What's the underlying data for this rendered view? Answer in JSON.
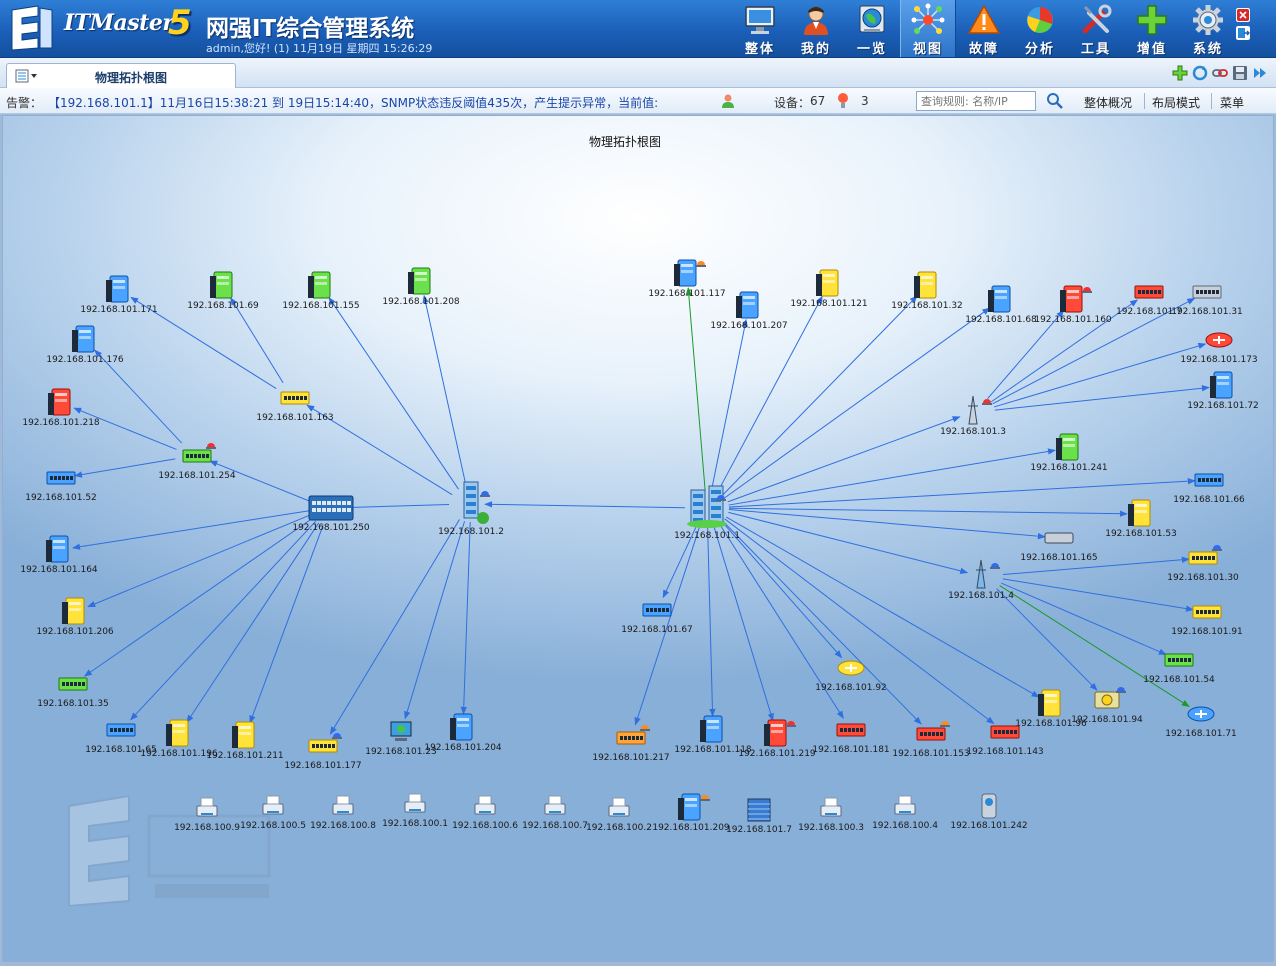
{
  "header": {
    "logo_text": "ITMaster",
    "logo_version": "5",
    "app_title": "网强IT综合管理系统",
    "user_info": "admin,您好! (1) 11月19日 星期四 15:26:29"
  },
  "nav": [
    {
      "label": "整体",
      "icon": "monitor-icon",
      "active": false
    },
    {
      "label": "我的",
      "icon": "user-icon",
      "active": false
    },
    {
      "label": "一览",
      "icon": "globe-icon",
      "active": false
    },
    {
      "label": "视图",
      "icon": "topology-icon",
      "active": true
    },
    {
      "label": "故障",
      "icon": "warning-icon",
      "active": false
    },
    {
      "label": "分析",
      "icon": "pie-chart-icon",
      "active": false
    },
    {
      "label": "工具",
      "icon": "tools-icon",
      "active": false
    },
    {
      "label": "增值",
      "icon": "plus-icon",
      "active": false
    },
    {
      "label": "系统",
      "icon": "gear-icon",
      "active": false
    }
  ],
  "tab": {
    "label": "物理拓扑根图"
  },
  "alarm": {
    "label": "告警：",
    "text": "【192.168.101.1】11月16日15:38:21 到 19日15:14:40，SNMP状态违反阈值435次，产生提示异常，当前值:",
    "devices_label": "设备：",
    "devices_count": "67",
    "alarm_count": "3",
    "search_placeholder": "查询规则: 名称/IP",
    "overview": "整体概况",
    "layout_mode": "布局模式",
    "menu": "菜单"
  },
  "canvas": {
    "title": "物理拓扑根图"
  },
  "colors": {
    "link": "#2f6fe0",
    "link_green": "#1b9a2a",
    "header": "#1b5fb8"
  },
  "nodes": [
    {
      "id": "n171",
      "label": "192.168.101.171",
      "type": "server-blue",
      "alert": null
    },
    {
      "id": "n69",
      "label": "192.168.101.69",
      "type": "server-green",
      "alert": null
    },
    {
      "id": "n155",
      "label": "192.168.101.155",
      "type": "server-green",
      "alert": null
    },
    {
      "id": "n208",
      "label": "192.168.101.208",
      "type": "server-green",
      "alert": null
    },
    {
      "id": "n176",
      "label": "192.168.101.176",
      "type": "server-blue",
      "alert": null
    },
    {
      "id": "n163",
      "label": "192.168.101.163",
      "type": "switch-yellow",
      "alert": null
    },
    {
      "id": "n218",
      "label": "192.168.101.218",
      "type": "server-red",
      "alert": null
    },
    {
      "id": "n254",
      "label": "192.168.101.254",
      "type": "switch-green",
      "alert": "red"
    },
    {
      "id": "n52",
      "label": "192.168.101.52",
      "type": "switch-blue",
      "alert": null
    },
    {
      "id": "n250",
      "label": "192.168.101.250",
      "type": "core-switch",
      "alert": null
    },
    {
      "id": "n2",
      "label": "192.168.101.2",
      "type": "building",
      "alert": "blue"
    },
    {
      "id": "n164",
      "label": "192.168.101.164",
      "type": "server-blue",
      "alert": null
    },
    {
      "id": "n206",
      "label": "192.168.101.206",
      "type": "server-yellow",
      "alert": null
    },
    {
      "id": "n35",
      "label": "192.168.101.35",
      "type": "switch-green",
      "alert": null
    },
    {
      "id": "n65",
      "label": "192.168.101.65",
      "type": "switch-blue",
      "alert": null
    },
    {
      "id": "n196",
      "label": "192.168.101.196",
      "type": "server-yellow",
      "alert": null
    },
    {
      "id": "n211",
      "label": "192.168.101.211",
      "type": "server-yellow",
      "alert": null
    },
    {
      "id": "n177",
      "label": "192.168.101.177",
      "type": "switch-yellow",
      "alert": "blue"
    },
    {
      "id": "n23x",
      "label": "192.168.101.23",
      "type": "pc",
      "alert": null
    },
    {
      "id": "n204",
      "label": "192.168.101.204",
      "type": "server-blue",
      "alert": null
    },
    {
      "id": "n117",
      "label": "192.168.101.117",
      "type": "server-blue",
      "alert": "orange"
    },
    {
      "id": "n207",
      "label": "192.168.101.207",
      "type": "server-blue",
      "alert": null
    },
    {
      "id": "n121",
      "label": "192.168.101.121",
      "type": "server-yellow",
      "alert": null
    },
    {
      "id": "n32",
      "label": "192.168.101.32",
      "type": "server-yellow",
      "alert": null
    },
    {
      "id": "n68",
      "label": "192.168.101.68",
      "type": "server-blue",
      "alert": null
    },
    {
      "id": "n160",
      "label": "192.168.101.160",
      "type": "server-red",
      "alert": "red"
    },
    {
      "id": "n7x",
      "label": "192.168.101.7",
      "type": "switch-red",
      "alert": null
    },
    {
      "id": "n31",
      "label": "192.168.101.31",
      "type": "switch-gray",
      "alert": null
    },
    {
      "id": "n173",
      "label": "192.168.101.173",
      "type": "router-red",
      "alert": null
    },
    {
      "id": "n72",
      "label": "192.168.101.72",
      "type": "server-blue",
      "alert": null
    },
    {
      "id": "n3",
      "label": "192.168.101.3",
      "type": "tower",
      "alert": "red"
    },
    {
      "id": "n241",
      "label": "192.168.101.241",
      "type": "server-green",
      "alert": null
    },
    {
      "id": "n66",
      "label": "192.168.101.66",
      "type": "switch-blue",
      "alert": null
    },
    {
      "id": "n1",
      "label": "192.168.101.1",
      "type": "building-pair",
      "alert": "blue"
    },
    {
      "id": "n53",
      "label": "192.168.101.53",
      "type": "server-yellow",
      "alert": null
    },
    {
      "id": "n165",
      "label": "192.168.101.165",
      "type": "device-gray",
      "alert": null
    },
    {
      "id": "n30",
      "label": "192.168.101.30",
      "type": "switch-yellow",
      "alert": "blue"
    },
    {
      "id": "n4",
      "label": "192.168.101.4",
      "type": "tower-blue",
      "alert": "blue"
    },
    {
      "id": "n91",
      "label": "192.168.101.91",
      "type": "switch-yellow",
      "alert": null
    },
    {
      "id": "n67",
      "label": "192.168.101.67",
      "type": "switch-blue",
      "alert": null
    },
    {
      "id": "n92",
      "label": "192.168.101.92",
      "type": "router-yellow",
      "alert": null
    },
    {
      "id": "n54",
      "label": "192.168.101.54",
      "type": "switch-green",
      "alert": null
    },
    {
      "id": "n96",
      "label": "192.168.101.96",
      "type": "server-yellow",
      "alert": null
    },
    {
      "id": "n94",
      "label": "192.168.101.94",
      "type": "hub",
      "alert": "blue"
    },
    {
      "id": "n71",
      "label": "192.168.101.71",
      "type": "router-blue",
      "alert": null
    },
    {
      "id": "n217",
      "label": "192.168.101.217",
      "type": "switch-orange",
      "alert": "orange"
    },
    {
      "id": "n118",
      "label": "192.168.101.118",
      "type": "server-blue",
      "alert": null
    },
    {
      "id": "n219",
      "label": "192.168.101.219",
      "type": "server-red",
      "alert": "red"
    },
    {
      "id": "n181",
      "label": "192.168.101.181",
      "type": "switch-red",
      "alert": null
    },
    {
      "id": "n153",
      "label": "192.168.101.153",
      "type": "switch-red",
      "alert": "orange"
    },
    {
      "id": "n143",
      "label": "192.168.101.143",
      "type": "switch-red",
      "alert": null
    },
    {
      "id": "p9",
      "label": "192.168.100.9",
      "type": "printer",
      "alert": null
    },
    {
      "id": "p5",
      "label": "192.168.100.5",
      "type": "printer",
      "alert": null
    },
    {
      "id": "p8",
      "label": "192.168.100.8",
      "type": "printer",
      "alert": null
    },
    {
      "id": "p1",
      "label": "192.168.100.1",
      "type": "printer",
      "alert": null
    },
    {
      "id": "p6",
      "label": "192.168.100.6",
      "type": "printer",
      "alert": null
    },
    {
      "id": "p7",
      "label": "192.168.100.7",
      "type": "printer",
      "alert": null
    },
    {
      "id": "p2",
      "label": "192.168.100.2",
      "type": "printer",
      "alert": null
    },
    {
      "id": "n209",
      "label": "192.168.101.209",
      "type": "server-blue",
      "alert": "orange"
    },
    {
      "id": "n7b",
      "label": "192.168.101.7",
      "type": "firewall",
      "alert": null
    },
    {
      "id": "p3",
      "label": "192.168.100.3",
      "type": "printer",
      "alert": null
    },
    {
      "id": "p4",
      "label": "192.168.100.4",
      "type": "printer",
      "alert": null
    },
    {
      "id": "n242",
      "label": "192.168.101.242",
      "type": "storage",
      "alert": null
    }
  ],
  "links": [
    [
      "n1",
      "n2"
    ],
    [
      "n2",
      "n250"
    ],
    [
      "n2",
      "n208"
    ],
    [
      "n2",
      "n155"
    ],
    [
      "n2",
      "n163"
    ],
    [
      "n2",
      "n177"
    ],
    [
      "n2",
      "n23x"
    ],
    [
      "n2",
      "n204"
    ],
    [
      "n163",
      "n69"
    ],
    [
      "n163",
      "n171"
    ],
    [
      "n250",
      "n254"
    ],
    [
      "n250",
      "n164"
    ],
    [
      "n250",
      "n206"
    ],
    [
      "n250",
      "n35"
    ],
    [
      "n250",
      "n65"
    ],
    [
      "n250",
      "n196"
    ],
    [
      "n250",
      "n211"
    ],
    [
      "n254",
      "n176"
    ],
    [
      "n254",
      "n218"
    ],
    [
      "n254",
      "n52"
    ],
    [
      "n1",
      "n117",
      "green"
    ],
    [
      "n1",
      "n207"
    ],
    [
      "n1",
      "n121"
    ],
    [
      "n1",
      "n32"
    ],
    [
      "n1",
      "n68"
    ],
    [
      "n1",
      "n3"
    ],
    [
      "n1",
      "n241"
    ],
    [
      "n1",
      "n66"
    ],
    [
      "n1",
      "n53"
    ],
    [
      "n1",
      "n165"
    ],
    [
      "n1",
      "n4"
    ],
    [
      "n1",
      "n67"
    ],
    [
      "n1",
      "n217"
    ],
    [
      "n1",
      "n118"
    ],
    [
      "n1",
      "n219"
    ],
    [
      "n1",
      "n181"
    ],
    [
      "n1",
      "n92"
    ],
    [
      "n1",
      "n153"
    ],
    [
      "n1",
      "n143"
    ],
    [
      "n1",
      "n96"
    ],
    [
      "n3",
      "n160"
    ],
    [
      "n3",
      "n7x"
    ],
    [
      "n3",
      "n31"
    ],
    [
      "n3",
      "n173"
    ],
    [
      "n3",
      "n72"
    ],
    [
      "n4",
      "n30"
    ],
    [
      "n4",
      "n91"
    ],
    [
      "n4",
      "n54"
    ],
    [
      "n4",
      "n94"
    ],
    [
      "n4",
      "n71",
      "green"
    ]
  ]
}
